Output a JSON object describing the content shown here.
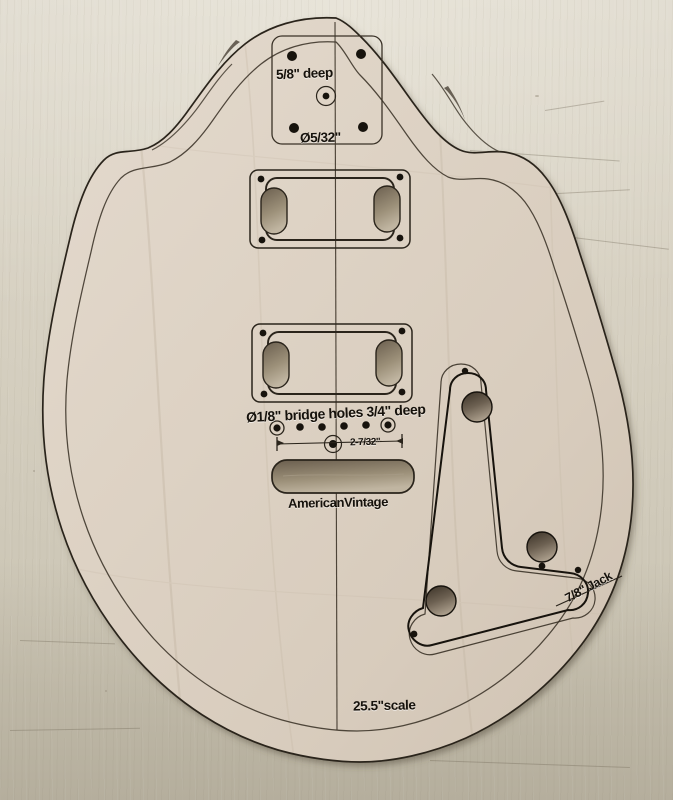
{
  "scene": {
    "subject": "guitar-body-routing-template",
    "description": "Plywood PRS-style electric guitar body routing template on a workbench",
    "background_color": "#d6d0c1",
    "template_color": "#ddd2c4",
    "line_color": "#2a241b"
  },
  "annotations": {
    "neck_pocket_depth": "5/8\" deep",
    "neck_screw_diameter": "Ø5/32\"",
    "bridge_holes": "Ø1/8\" bridge holes 3/4\" deep",
    "bridge_spacing": "2-7/32\"",
    "control_route_label": "AmericanVintage",
    "scale_length": "25.5\"scale",
    "jack_hole": "7/8\" Jack"
  },
  "features": {
    "neck_pocket": {
      "name": "neck-pocket",
      "screw_holes": 4,
      "center_reference_hole": 1
    },
    "neck_pickup_route": {
      "name": "neck-humbucker-route",
      "type": "humbucker",
      "screw_holes": 4,
      "ear_slots": 2
    },
    "bridge_pickup_route": {
      "name": "bridge-humbucker-route",
      "type": "humbucker",
      "screw_holes": 4,
      "ear_slots": 2
    },
    "bridge_hole_row": {
      "name": "bridge-hole-row",
      "ringed_holes": 2,
      "plain_holes": 4,
      "center_crosshair_holes": 1
    },
    "string_route": {
      "name": "string-through-slot",
      "shape": "rounded-rectangle"
    },
    "control_cavity": {
      "name": "control-cavity-boomerang",
      "shape": "boomerang",
      "knob_holes": 3,
      "corner_screw_holes": 4
    },
    "centerline": {
      "name": "body-centerline",
      "orientation": "vertical"
    },
    "body_outline": {
      "name": "body-outline",
      "lines": 2
    }
  }
}
